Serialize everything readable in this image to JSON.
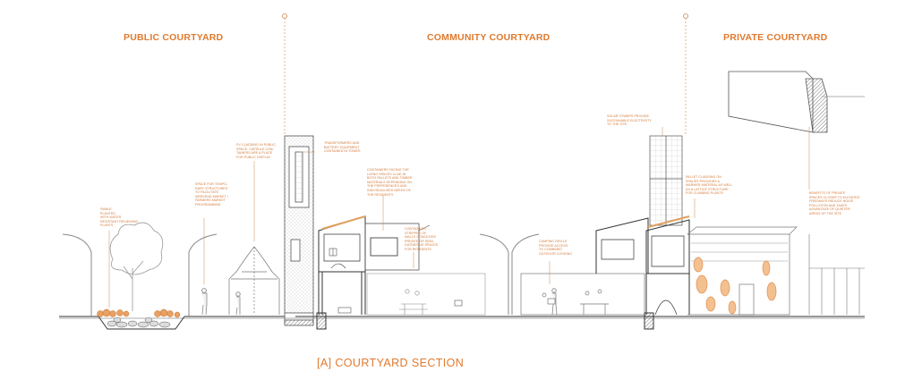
{
  "headings": {
    "public": "PUBLIC COURTYARD",
    "community": "COMMUNITY COURTYARD",
    "private": "PRIVATE COURTYARD"
  },
  "caption": "[A] COURTYARD SECTION",
  "annotations": {
    "swale": [
      "SWALE",
      "PLANTED",
      "WITH WATER",
      "RESISTANT REVIEWING",
      "PLANTS"
    ],
    "temporary": [
      "SPACE FOR TEMPO-",
      "RARY STRUCTURES",
      "TO FACILITATE",
      "WEEKEND MARKET /",
      "FARMERS MARKET",
      "PROGRAMMING"
    ],
    "cladding": [
      "PV CLADDING IN PUBLIC",
      "SPACE. CAPSULE CON-",
      "TAINERS ARE A PLACE",
      "FOR PUBLIC DISPLAY"
    ],
    "transformers": [
      "TRANSFORMERS AND",
      "BATTERY EQUIPMENT",
      "CONTAINED IN TOWER"
    ],
    "containers": [
      "CONTAINERS FACING THE",
      "LIVING SPACES CLAD IN",
      "BOTH PALLETS AND TIMBER",
      "MATERIALS DEPENDING ON",
      "THE PREFERENCES AND",
      "INDIVIDUALISED NEEDS OF",
      "THE RESIDENTS"
    ],
    "communal": [
      "CONTAINERS",
      "STRIPPED OF",
      "WALLS CONCEIVED",
      "PRIVATE OR SEMI",
      "GATHERING SPACES",
      "FOR RESIDENTS"
    ],
    "camping": [
      "CAMPING GRILLS",
      "PROVIDE ACCESS",
      "TO COMBINED",
      "OUTDOOR COOKING"
    ],
    "solar": [
      "SOLAR TOWERS PROVIDE",
      "SUSTAINABLE ELECTRICITY",
      "TO THE SITE"
    ],
    "pallet": [
      "PALLET CLADDING ON",
      "SPACES PROVIDES A",
      "WARMER MATERIAL AS WELL",
      "AS A LATTICE STRUCTURE",
      "FOR CLIMBING PLANTS"
    ],
    "privacy": [
      "BENEFITS OF PRIVATE",
      "SPACES CLOSER TO ELEVATED",
      "FREEWAYS REDUCE NOISE",
      "POLLUTION AND TAKES",
      "ADVANTAGE OF QUIETER",
      "AREAS OF THE SITE"
    ]
  },
  "colors": {
    "accent": "#e07a2e",
    "annotation": "#d27a3a",
    "linework": "#3a3a3a",
    "light_linework": "#9a9a9a",
    "hatch": "#555555",
    "leader": "#c9884f"
  }
}
